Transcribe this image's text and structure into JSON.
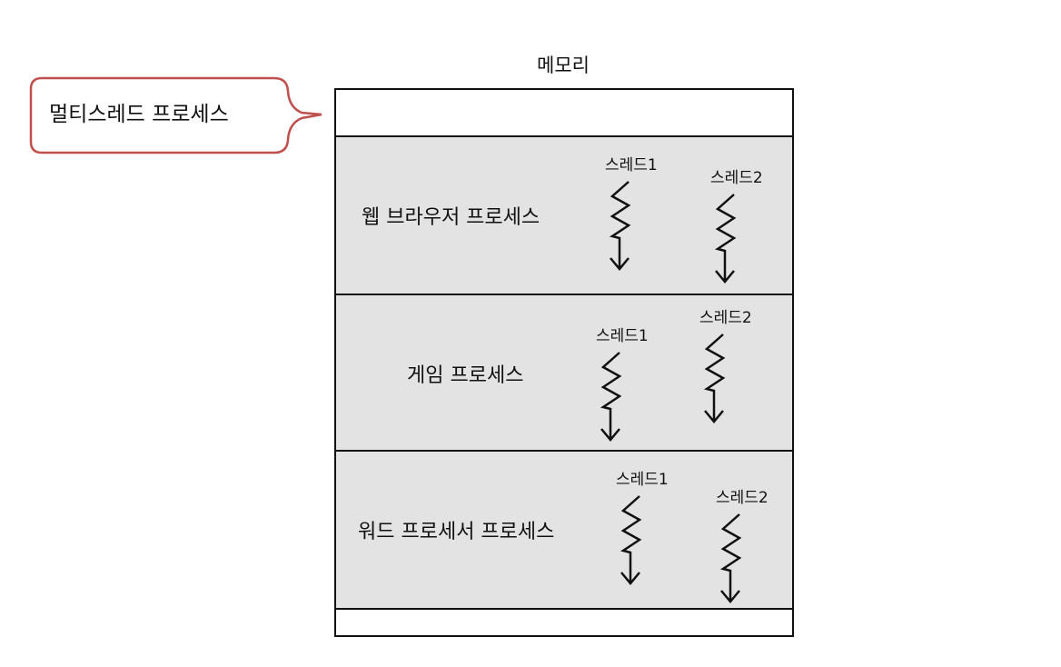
{
  "diagram": {
    "title": "메모리",
    "callout": {
      "text": "멀티스레드 프로세스",
      "border_color": "#c0504d"
    },
    "colors": {
      "process_fill": "#e3e3e3",
      "stroke": "#111111",
      "memory_fill": "#ffffff"
    },
    "processes": [
      {
        "label": "웹 브라우저 프로세스",
        "threads": [
          {
            "label": "스레드1"
          },
          {
            "label": "스레드2"
          }
        ]
      },
      {
        "label": "게임 프로세스",
        "threads": [
          {
            "label": "스레드1"
          },
          {
            "label": "스레드2"
          }
        ]
      },
      {
        "label": "워드 프로세서 프로세스",
        "threads": [
          {
            "label": "스레드1"
          },
          {
            "label": "스레드2"
          }
        ]
      }
    ]
  }
}
